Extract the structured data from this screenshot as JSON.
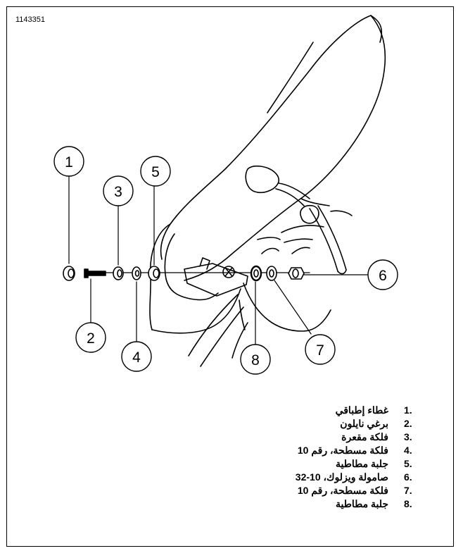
{
  "figure": {
    "id": "1143351"
  },
  "callouts": [
    "1",
    "2",
    "3",
    "4",
    "5",
    "6",
    "7",
    "8"
  ],
  "legend": [
    {
      "num": "1.",
      "text": "غطاء إطباقي"
    },
    {
      "num": "2.",
      "text": "برغي نايلون"
    },
    {
      "num": "3.",
      "text": "فلكة مقعرة"
    },
    {
      "num": "4.",
      "text": "فلكة مسطحة، رقم 10"
    },
    {
      "num": "5.",
      "text": "جلبة مطاطية"
    },
    {
      "num": "6.",
      "text": "صامولة ويزلوك، 10-32"
    },
    {
      "num": "7.",
      "text": "فلكة مسطحة، رقم 10"
    },
    {
      "num": "8.",
      "text": "جلبة مطاطية"
    }
  ]
}
